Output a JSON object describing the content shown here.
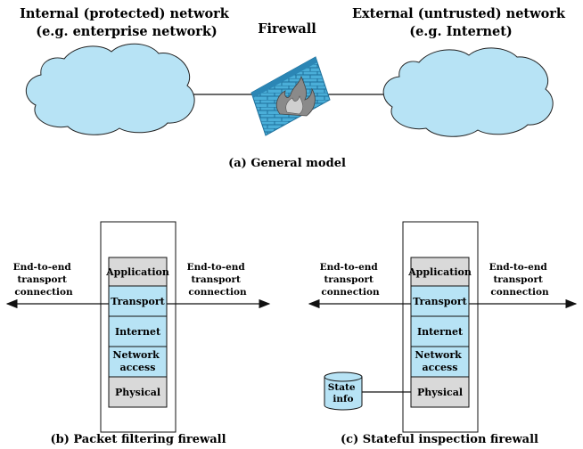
{
  "general_model": {
    "internal_title": [
      "Internal (protected) network",
      "(e.g. enterprise network)"
    ],
    "firewall_label": "Firewall",
    "external_title": [
      "External (untrusted) network",
      "(e.g. Internet)"
    ],
    "caption": "(a) General model"
  },
  "packet_filtering": {
    "caption": "(b) Packet filtering firewall",
    "left_label": [
      "End-to-end",
      "transport",
      "connection"
    ],
    "right_label": [
      "End-to-end",
      "transport",
      "connection"
    ],
    "layers": [
      {
        "label": [
          "Application"
        ],
        "kind": "gray"
      },
      {
        "label": [
          "Transport"
        ],
        "kind": "blue"
      },
      {
        "label": [
          "Internet"
        ],
        "kind": "blue"
      },
      {
        "label": [
          "Network",
          "access"
        ],
        "kind": "blue"
      },
      {
        "label": [
          "Physical"
        ],
        "kind": "gray"
      }
    ]
  },
  "stateful": {
    "caption": "(c) Stateful inspection firewall",
    "left_label": [
      "End-to-end",
      "transport",
      "connection"
    ],
    "right_label": [
      "End-to-end",
      "transport",
      "connection"
    ],
    "state_info": [
      "State",
      "info"
    ],
    "layers": [
      {
        "label": [
          "Application"
        ],
        "kind": "gray"
      },
      {
        "label": [
          "Transport"
        ],
        "kind": "blue"
      },
      {
        "label": [
          "Internet"
        ],
        "kind": "blue"
      },
      {
        "label": [
          "Network",
          "access"
        ],
        "kind": "blue"
      },
      {
        "label": [
          "Physical"
        ],
        "kind": "gray"
      }
    ]
  },
  "colors": {
    "cloud": "#b7e3f5",
    "layer_blue": "#b7e3f5",
    "layer_gray": "#d9d9d9",
    "brick": "#4aaed8",
    "mortar": "#1e6f9a",
    "line": "#111111"
  }
}
